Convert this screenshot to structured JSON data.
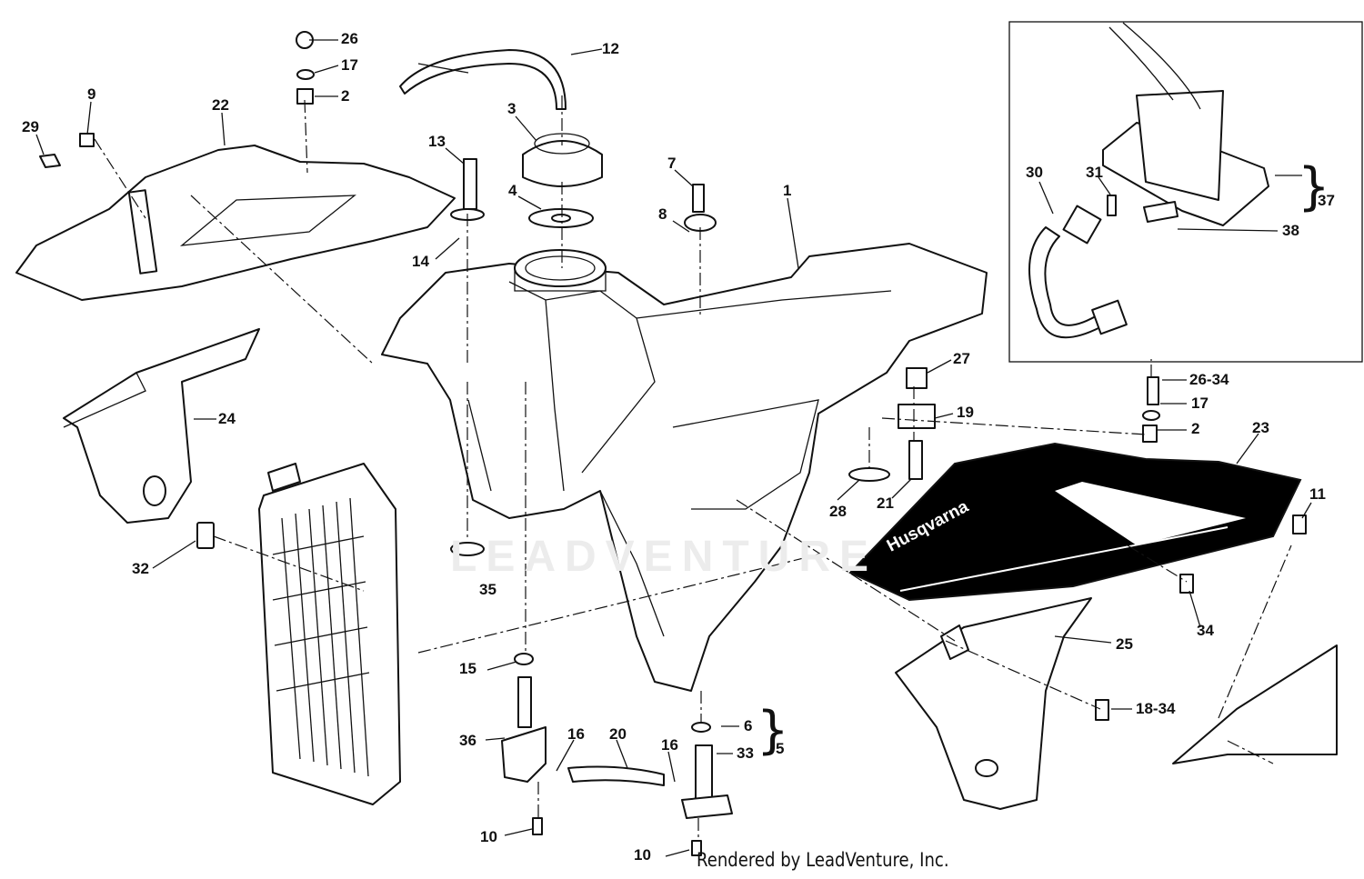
{
  "labels": {
    "l1": "1",
    "l2a": "2",
    "l2b": "2",
    "l3": "3",
    "l4": "4",
    "l5": "5",
    "l6": "6",
    "l7": "7",
    "l8": "8",
    "l9": "9",
    "l10a": "10",
    "l10b": "10",
    "l11": "11",
    "l12": "12",
    "l13": "13",
    "l14": "14",
    "l15": "15",
    "l16a": "16",
    "l16b": "16",
    "l17a": "17",
    "l17b": "17",
    "l18_34": "18-34",
    "l19": "19",
    "l20": "20",
    "l21": "21",
    "l22": "22",
    "l23": "23",
    "l24": "24",
    "l25": "25",
    "l26": "26",
    "l26_34": "26-34",
    "l27": "27",
    "l28": "28",
    "l29": "29",
    "l30": "30",
    "l31": "31",
    "l32": "32",
    "l33": "33",
    "l34": "34",
    "l35": "35",
    "l36": "36",
    "l37": "37",
    "l38": "38"
  },
  "brand_text": "Husqvarna",
  "watermark": "LEADVENTURE",
  "footer": "Rendered by LeadVenture, Inc.",
  "colors": {
    "line": "#111111",
    "panel_fill": "#000000",
    "background": "#ffffff"
  }
}
